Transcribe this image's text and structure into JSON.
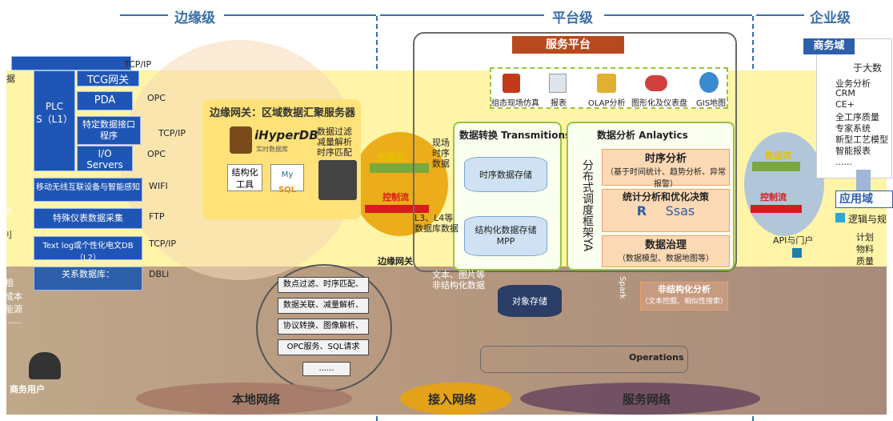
{
  "tiers": {
    "edge": "边缘级",
    "platform": "平台级",
    "enterprise": "企业级"
  },
  "left_side": {
    "tcpip_1": "TCP/IP",
    "ju": "据",
    "plc": "PLC\nS（L1）",
    "tcg": "TCG网关",
    "pda": "PDA",
    "opc_1": "OPC",
    "special": "特定数据接口\n程序",
    "tcpip_2": "TCP/IP",
    "io": "I/O\nServers",
    "opc_2": "OPC",
    "wireless": "移动无线互联设备与智能感知",
    "wifi": "WIFI",
    "special_meter": "特殊仪表数据采集",
    "ftp": "FTP",
    "textlog": "Text log或个性化电文DB（L2）",
    "tcpip_3": "TCP/IP",
    "reldb": "关系数据库：",
    "dbl": "DBLi",
    "left_l1": "也",
    "left_l2": "刂",
    "left_l3": "祖",
    "left_l4": "成本",
    "left_l5": "能源",
    "left_l6": "......",
    "biz_user": "商务用户"
  },
  "gateway": {
    "title": "边缘网关：区域数据汇聚服务器",
    "ihyper": "iHyperDB",
    "ihyper_sub": "实时数据库",
    "filter": "数据过滤\n减量解析\n时序匹配",
    "struct_tool": "结构化\n工具",
    "my": "My",
    "sql": "SQL"
  },
  "flows": {
    "data_flow_1": "数据流",
    "control_flow_1": "控制流",
    "data_flow_2": "数据流",
    "control_flow_2": "控制流",
    "edge_gw": "边缘网关"
  },
  "platform": {
    "title": "服务平台",
    "icons": [
      "组态现场仿真",
      "报表",
      "OLAP分析",
      "图形化及仪表盘",
      "GIS地图"
    ],
    "transmissions_title": "数据转换 Transmitions",
    "site_timing": "现场\n时序\n数据",
    "ts_store": "时序数据存储",
    "l3l4": "L3、L4等\n数据库数据",
    "struct_store": "结构化数据存储\nMPP",
    "text_img": "文本、图片等\n非结构化数据",
    "object_store": "对象存储",
    "analytics_title": "数据分析 Anlaytics",
    "dist_frame": "分布式调度框架YA",
    "ts_analysis": "时序分析",
    "ts_analysis_sub": "（基于时间统计、趋势分析、异常报警）",
    "stat_opt": "统计分析和优化决策",
    "r": "R",
    "sas": "Ssas",
    "gov": "数据治理",
    "gov_sub": "（数据模型、数据地图等）",
    "unstruct": "非结构化分析",
    "unstruct_sub": "（文本挖掘、相似性搜索）",
    "spark": "Spark",
    "operations": "Operations"
  },
  "edge_ops": [
    "数点过滤、时序匹配、",
    "数据关联、减量解析、",
    "协议转换、图像解析、",
    "OPC服务、SQL请求",
    "......"
  ],
  "enterprise": {
    "biz_domain": "商务域",
    "based_big": "于大数",
    "items": [
      "业务分析",
      "CRM",
      "CE+",
      "全工序质量",
      "专家系统",
      "新型工艺模型",
      "智能报表",
      "......"
    ],
    "app_domain": "应用域",
    "logic": "逻辑与规",
    "app_items": [
      "计划",
      "物料",
      "质量"
    ],
    "api": "API与门户"
  },
  "bottom": {
    "local_net": "本地网络",
    "access_net": "接入网络",
    "service_net": "服务网络"
  }
}
